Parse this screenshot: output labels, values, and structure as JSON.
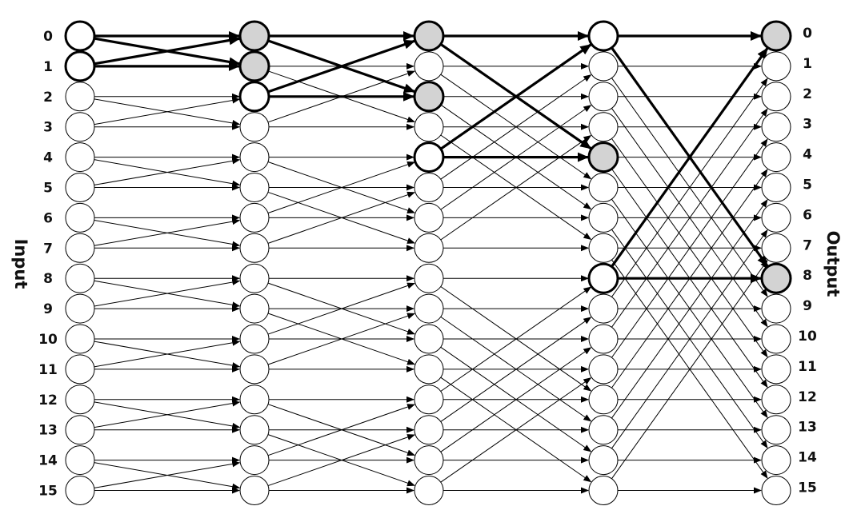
{
  "diagram": {
    "input_title": "Input",
    "output_title": "Output",
    "input_labels": [
      "0",
      "1",
      "2",
      "3",
      "4",
      "5",
      "6",
      "7",
      "8",
      "9",
      "10",
      "11",
      "12",
      "13",
      "14",
      "15"
    ],
    "output_labels": [
      "0",
      "1",
      "2",
      "3",
      "4",
      "5",
      "6",
      "7",
      "8",
      "9",
      "10",
      "11",
      "12",
      "13",
      "14",
      "15"
    ],
    "stages": 5,
    "nodes_per_stage": 16,
    "butterfly_spans": [
      1,
      2,
      4,
      8
    ],
    "colors": {
      "line": "#000000",
      "node_fill": "#ffffff",
      "highlight_fill": "#d3d3d3"
    },
    "highlighted_nodes": [
      {
        "stage": 0,
        "index": 0,
        "filled": false
      },
      {
        "stage": 0,
        "index": 1,
        "filled": false
      },
      {
        "stage": 1,
        "index": 0,
        "filled": true
      },
      {
        "stage": 1,
        "index": 1,
        "filled": true
      },
      {
        "stage": 1,
        "index": 2,
        "filled": false
      },
      {
        "stage": 2,
        "index": 0,
        "filled": true
      },
      {
        "stage": 2,
        "index": 2,
        "filled": true
      },
      {
        "stage": 2,
        "index": 4,
        "filled": false
      },
      {
        "stage": 3,
        "index": 0,
        "filled": false
      },
      {
        "stage": 3,
        "index": 4,
        "filled": true
      },
      {
        "stage": 3,
        "index": 8,
        "filled": false
      },
      {
        "stage": 4,
        "index": 0,
        "filled": true
      },
      {
        "stage": 4,
        "index": 8,
        "filled": true
      }
    ],
    "highlighted_edges": [
      {
        "stage": 0,
        "from": 0,
        "to": 0
      },
      {
        "stage": 0,
        "from": 0,
        "to": 1
      },
      {
        "stage": 0,
        "from": 1,
        "to": 0
      },
      {
        "stage": 0,
        "from": 1,
        "to": 1
      },
      {
        "stage": 1,
        "from": 0,
        "to": 0
      },
      {
        "stage": 1,
        "from": 0,
        "to": 2
      },
      {
        "stage": 1,
        "from": 2,
        "to": 0
      },
      {
        "stage": 1,
        "from": 2,
        "to": 2
      },
      {
        "stage": 2,
        "from": 0,
        "to": 0
      },
      {
        "stage": 2,
        "from": 0,
        "to": 4
      },
      {
        "stage": 2,
        "from": 4,
        "to": 0
      },
      {
        "stage": 2,
        "from": 4,
        "to": 4
      },
      {
        "stage": 3,
        "from": 0,
        "to": 0
      },
      {
        "stage": 3,
        "from": 0,
        "to": 8
      },
      {
        "stage": 3,
        "from": 8,
        "to": 0
      },
      {
        "stage": 3,
        "from": 8,
        "to": 8
      }
    ]
  }
}
